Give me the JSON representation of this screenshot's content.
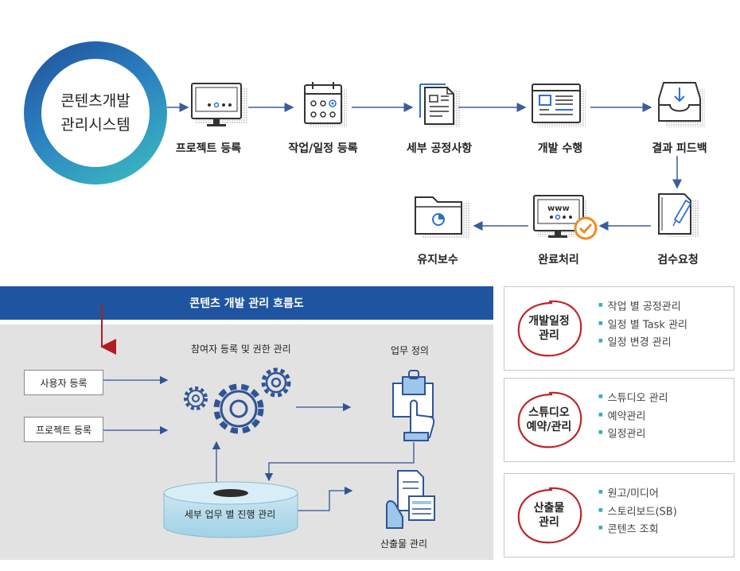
{
  "system": {
    "line1": "콘텐츠개발",
    "line2": "관리시스템"
  },
  "steps": [
    "프로젝트 등록",
    "작업/일정 등록",
    "세부 공정사항",
    "개발 수행",
    "결과 피드백",
    "검수요청",
    "완료처리",
    "유지보수"
  ],
  "monitor_text": "www",
  "flow": {
    "header": "콘텐츠 개발 관리 흐름도",
    "user_reg": "사용자 등록",
    "project_reg": "프로젝트 등록",
    "participants": "참여자 등록 및 권한 관리",
    "task_def": "업무 정의",
    "progress": "세부 업무 별 진행 관리",
    "output": "산출물 관리"
  },
  "features": [
    {
      "title_lines": [
        "개발일정",
        "관리"
      ],
      "items": [
        "작업 별 공정관리",
        "일정 별 Task 관리",
        "일정 변경 관리"
      ]
    },
    {
      "title_lines": [
        "스튜디오",
        "예약/관리"
      ],
      "items": [
        "스튜디오 관리",
        "예약관리",
        "일정관리"
      ]
    },
    {
      "title_lines": [
        "산출물",
        "관리"
      ],
      "items": [
        "원고/미디어",
        "스토리보드(SB)",
        "콘텐츠 조회"
      ]
    }
  ],
  "colors": {
    "navy": "#1f55a0",
    "arrow": "#3b5c9e",
    "accent_red": "#c0242b",
    "teal": "#3cc0bf",
    "check_orange": "#f08a24"
  }
}
